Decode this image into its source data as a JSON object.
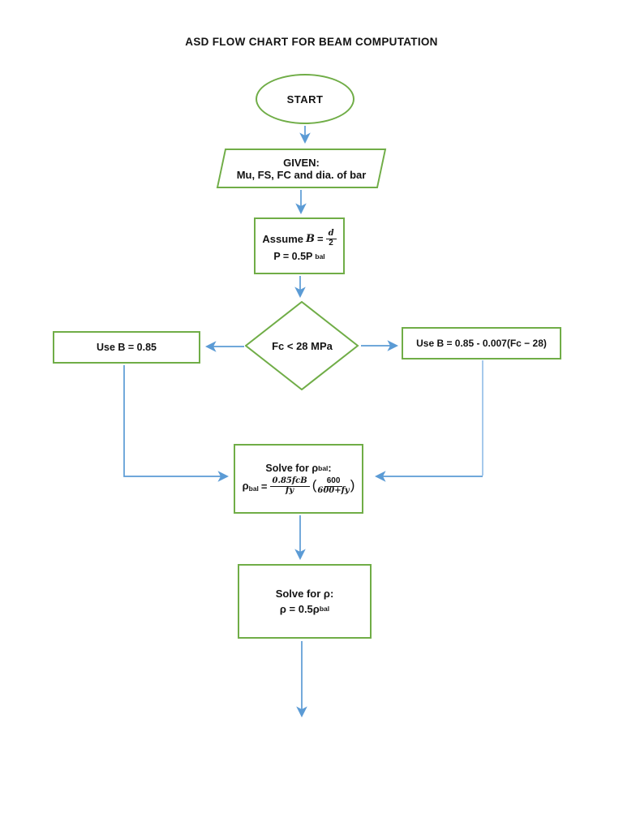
{
  "page": {
    "title": "ASD FLOW CHART FOR BEAM COMPUTATION"
  },
  "colors": {
    "shape_border": "#70AD47",
    "arrow_blue": "#5B9BD5",
    "arrow_light_blue": "#A6C9EC",
    "text": "#141414"
  },
  "nodes": {
    "start": {
      "label": "START"
    },
    "given": {
      "title": "GIVEN:",
      "detail": "Mu, FS, FC and dia. of bar"
    },
    "assume": {
      "prefix": "Assume",
      "var": "B",
      "eq": "=",
      "frac_num": "d",
      "frac_den": "2",
      "line2_main": "P = 0.5P",
      "line2_sub": "bal"
    },
    "decision": {
      "label": "Fc < 28 MPa"
    },
    "use_b_simple": {
      "label": "Use B = 0.85"
    },
    "use_b_formula": {
      "label": "Use B = 0.85 - 0.007(Fc − 28)"
    },
    "solve_rho_bal": {
      "title_main": "Solve for ρ",
      "title_sub": "bal",
      "title_suffix": ":",
      "lhs": "ρ",
      "lhs_sub": "bal",
      "eq": "=",
      "frac1_num": "0.85fcB",
      "frac1_den": "fy",
      "open_paren": "(",
      "frac2_num": "600",
      "frac2_den": "600+fy",
      "close_paren": ")"
    },
    "solve_rho": {
      "title": "Solve for ρ:",
      "formula_main": "ρ = 0.5ρ",
      "formula_sub": "bal"
    }
  }
}
